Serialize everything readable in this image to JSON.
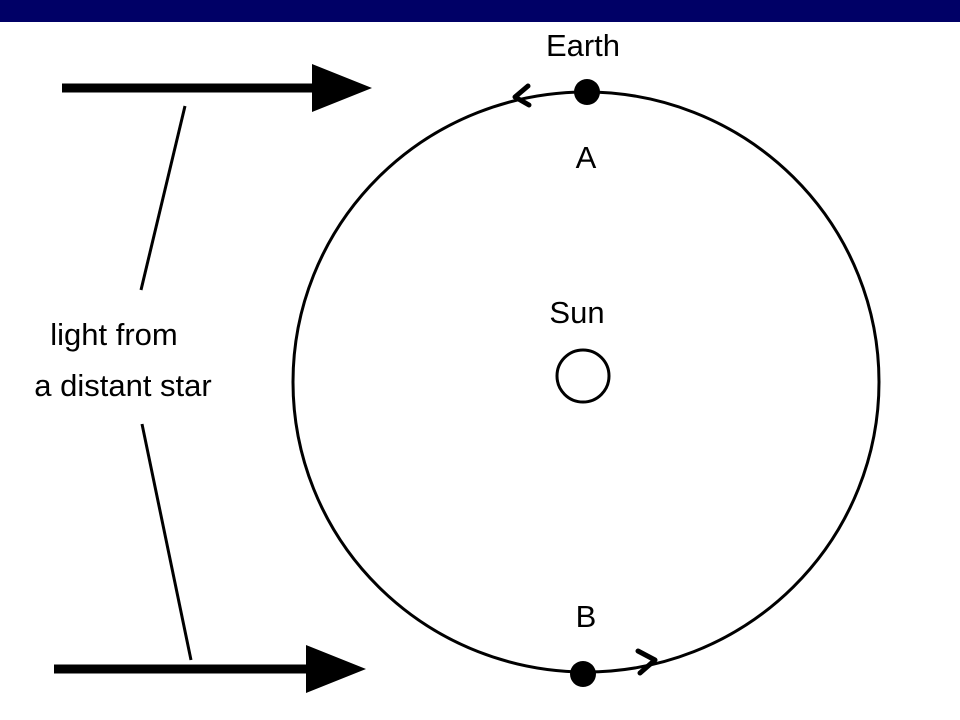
{
  "colors": {
    "top_bar": "#000066",
    "ink": "#000000",
    "background": "#ffffff"
  },
  "labels": {
    "earth": "Earth",
    "sun": "Sun",
    "position_a": "A",
    "position_b": "B",
    "starlight_line1": "light from",
    "starlight_line2": "a distant star"
  }
}
